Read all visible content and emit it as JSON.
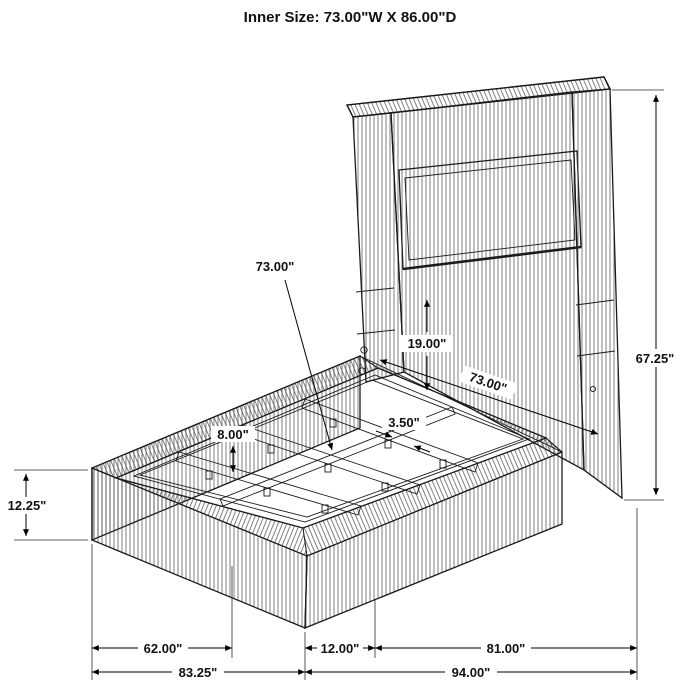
{
  "title": "Inner Size: 73.00\"W X 86.00\"D",
  "ink_color": "#1a1a1a",
  "labels": {
    "slat_length_callout": "73.00\"",
    "panel_height": "19.00\"",
    "inner_width": "73.00\"",
    "slat_width": "3.50\"",
    "rail_height": "8.00\"",
    "headboard_height": "67.25\"",
    "base_height": "12.25\"",
    "slat_span": "62.00\"",
    "outer_width": "83.25\"",
    "footboard_depth": "12.00\"",
    "rail_length": "81.00\"",
    "outer_depth": "94.00\""
  }
}
